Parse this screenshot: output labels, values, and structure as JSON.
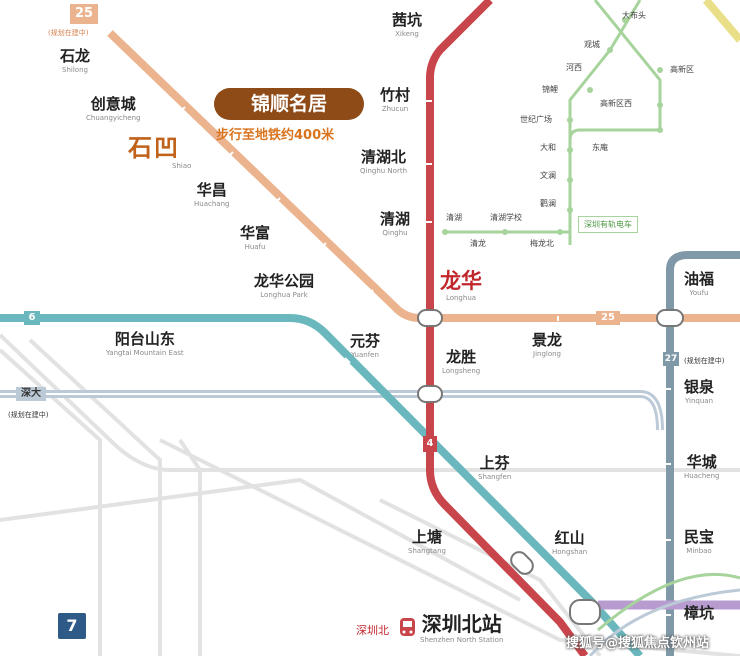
{
  "colors": {
    "line4": "#c8464b",
    "line25": "#ebb48e",
    "line6": "#6ab8bd",
    "line27": "#8099a8",
    "line_shenda": "#bccad8",
    "tram": "#a7d39c",
    "line_yellow": "#e9df88",
    "line_purple": "#b89cd0",
    "rail": "#e2e2e2",
    "project_label_bg": "#8e4a17",
    "project_orange": "#d9731d",
    "longhua_red": "#c1272d",
    "line7_badge": "#2d5a86"
  },
  "line_badges": {
    "line25_top": "25",
    "line25_right": "25",
    "line6": "6",
    "line4": "4",
    "line27": "27",
    "line_shenda": "深大",
    "line7": "7"
  },
  "planning_notes": {
    "line25": "(规划在建中)",
    "line27": "(规划在建中)",
    "shenda": "(规划在建中)"
  },
  "project": {
    "name": "锦顺名居",
    "walk_note": "步行至地铁约400米",
    "nearby_station": "石凹",
    "nearby_station_en": "Shiao"
  },
  "stations": {
    "shilong": {
      "zh": "石龙",
      "en": "Shilong"
    },
    "chuangyicheng": {
      "zh": "创意城",
      "en": "Chuangyicheng"
    },
    "huachang": {
      "zh": "华昌",
      "en": "Huachang"
    },
    "huafu": {
      "zh": "华富",
      "en": "Huafu"
    },
    "longhua_park": {
      "zh": "龙华公园",
      "en": "Longhua Park"
    },
    "xikeng": {
      "zh": "茜坑",
      "en": "Xikeng"
    },
    "zhucun": {
      "zh": "竹村",
      "en": "Zhucun"
    },
    "qinghu_north": {
      "zh": "清湖北",
      "en": "Qinghu North"
    },
    "qinghu": {
      "zh": "清湖",
      "en": "Qinghu"
    },
    "longhua": {
      "zh": "龙华",
      "en": "Longhua"
    },
    "longsheng": {
      "zh": "龙胜",
      "en": "Longsheng"
    },
    "jinglong": {
      "zh": "景龙",
      "en": "Jinglong"
    },
    "yuanfen": {
      "zh": "元芬",
      "en": "Yuanfen"
    },
    "yangtai_mountain_east": {
      "zh": "阳台山东",
      "en": "Yangtai Mountain East"
    },
    "shangfen": {
      "zh": "上芬",
      "en": "Shangfen"
    },
    "shangtang": {
      "zh": "上塘",
      "en": "Shangtang"
    },
    "hongshan": {
      "zh": "红山",
      "en": "Hongshan"
    },
    "shenzhen_north": {
      "zh": "深圳北站",
      "en": "Shenzhen North Station",
      "prefix": "深圳北"
    },
    "youfu": {
      "zh": "油福",
      "en": "Youfu"
    },
    "yinquan": {
      "zh": "银泉",
      "en": "Yinquan"
    },
    "huacheng": {
      "zh": "华城",
      "en": "Huacheng"
    },
    "minbao": {
      "zh": "民宝",
      "en": "Minbao"
    },
    "zhangkeng": {
      "zh": "樟坑",
      "en": ""
    }
  },
  "tram_stations": {
    "dabutou": "大布头",
    "guancheng": "观城",
    "gaoxin_district": "高新区",
    "hexi": "河西",
    "jinxiu": "锦鲤",
    "gaoxin_quxi": "高新区西",
    "shiji_guangchang": "世纪广场",
    "dahe": "大和",
    "donggan": "东庵",
    "wenlan": "文澜",
    "guanlan": "鹳澜",
    "qinghu": "清湖",
    "qinghu_school": "清湖学校",
    "qinglong": "清龙",
    "meilong_north": "梅龙北",
    "tram_legend": "深圳有轨电车"
  },
  "watermark": "搜狐号@搜狐焦点钦州站"
}
